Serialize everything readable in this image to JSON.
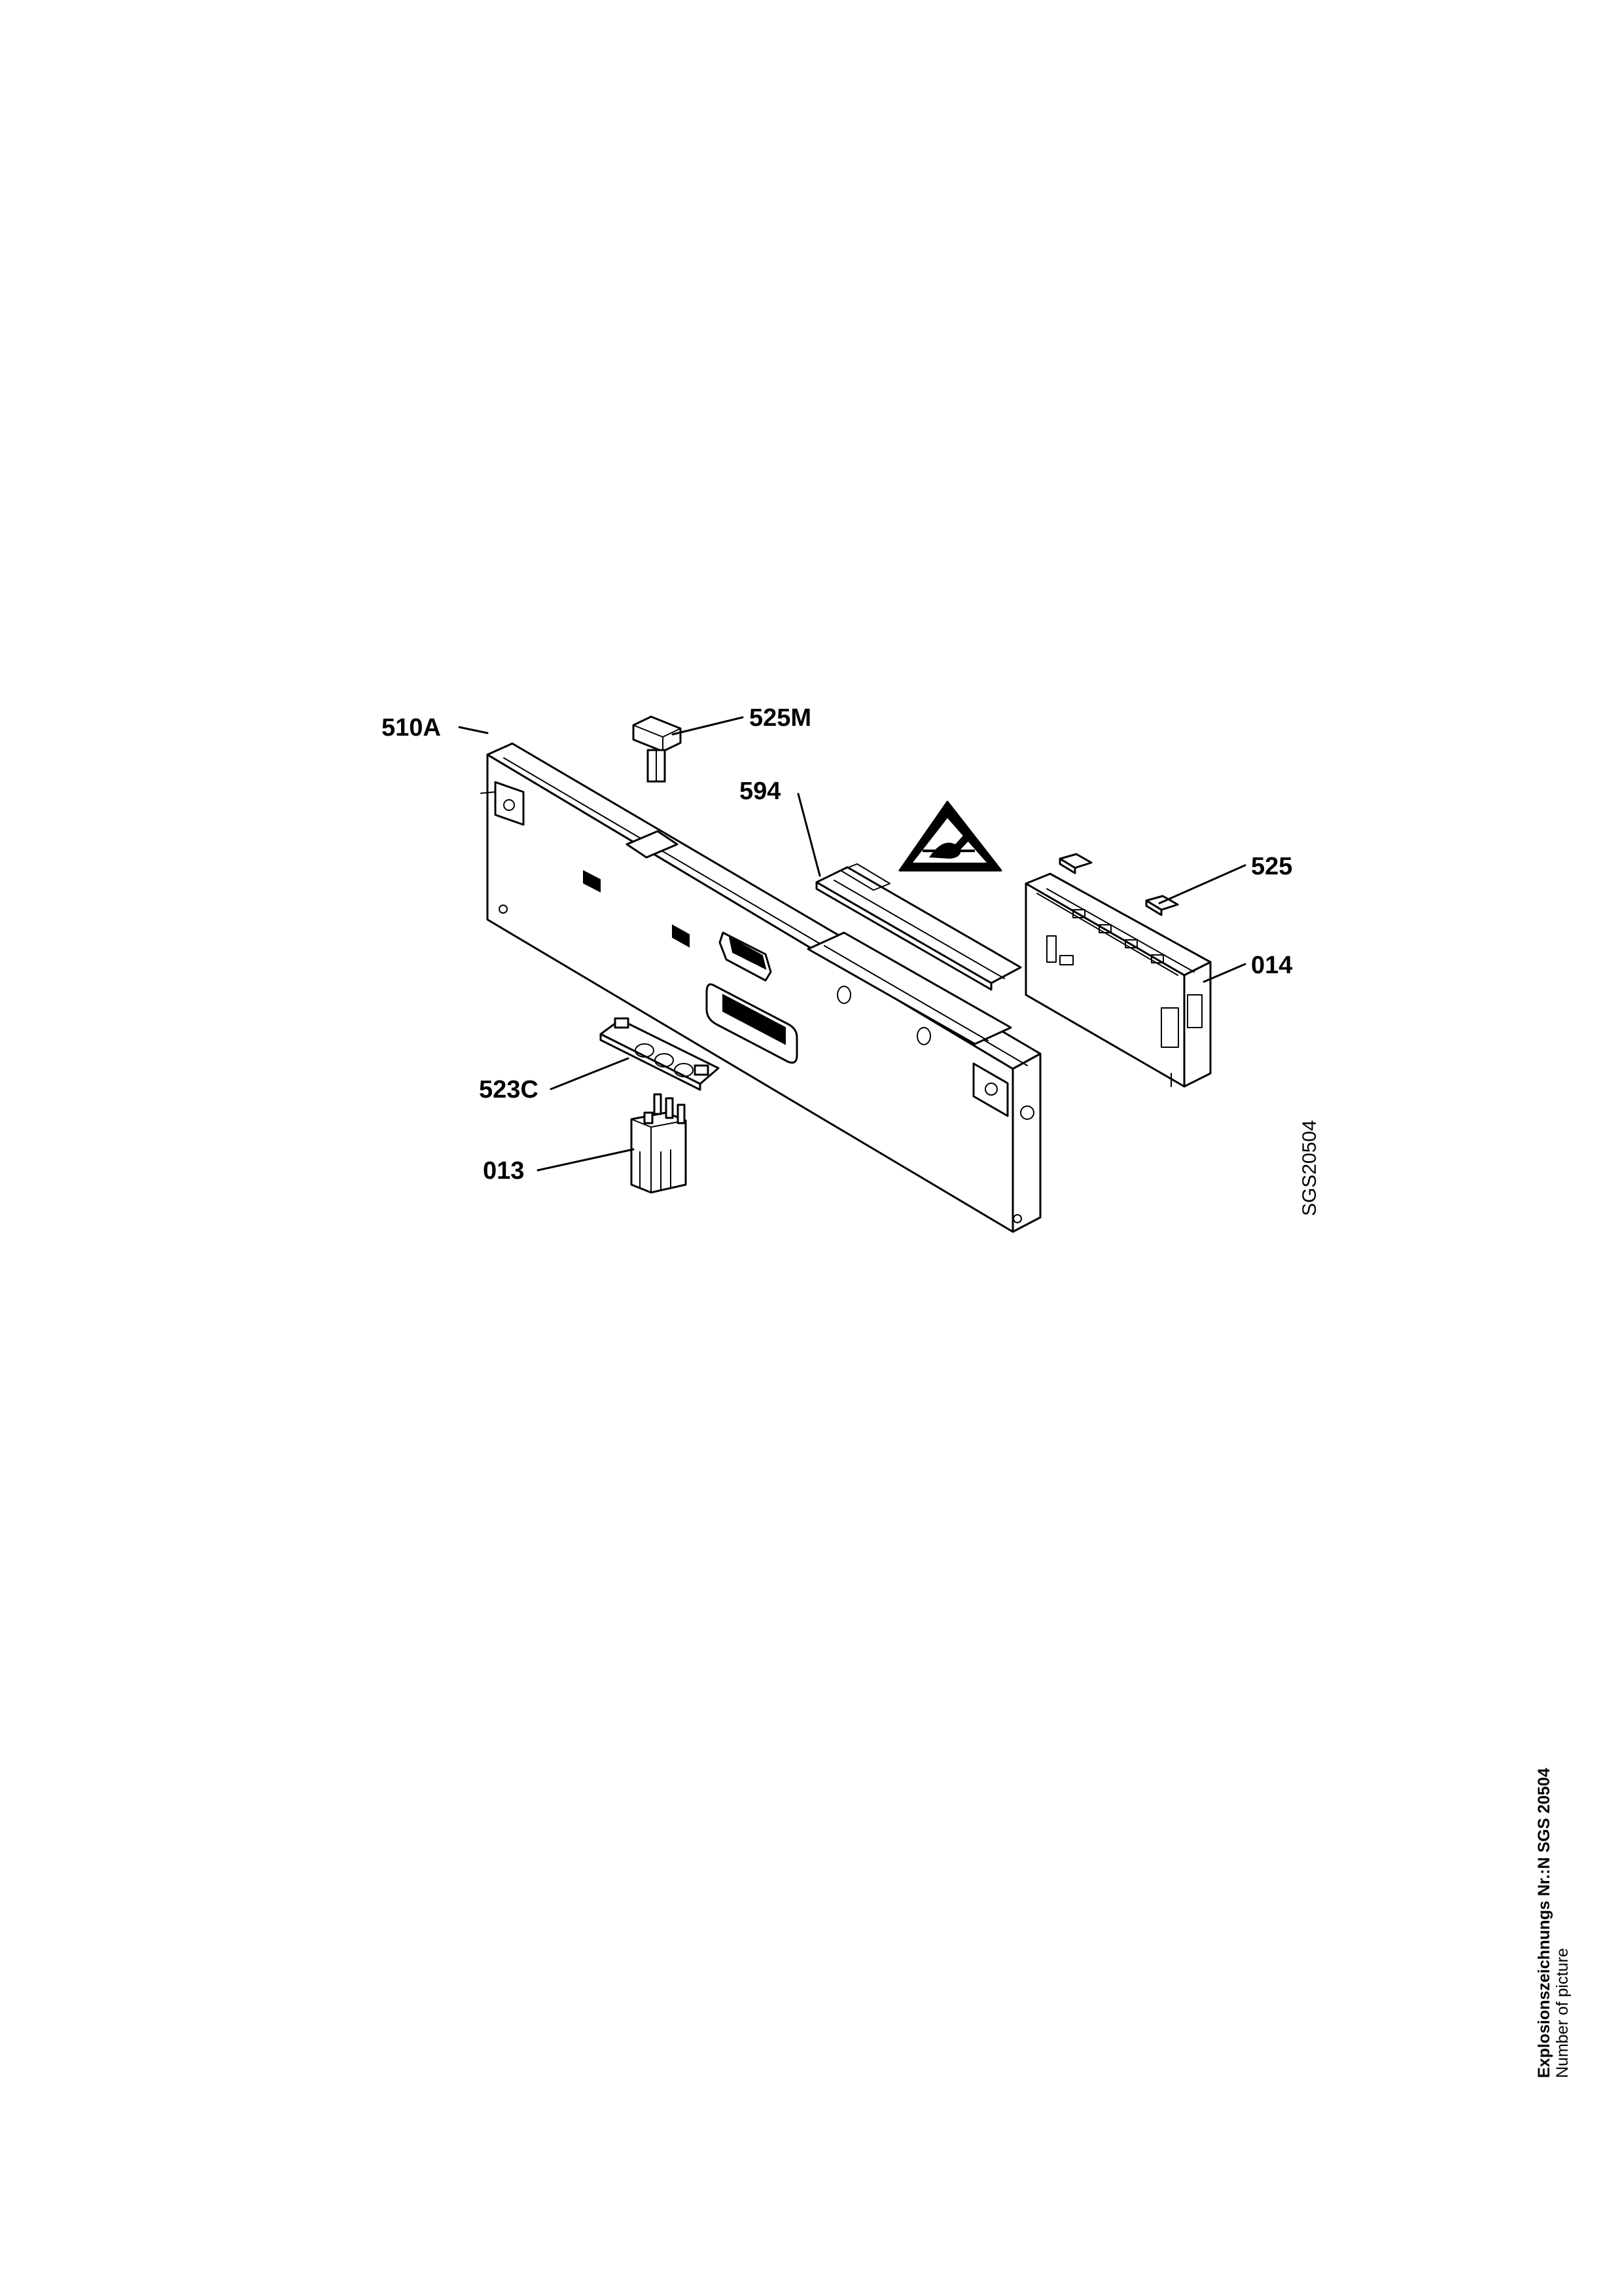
{
  "parts": [
    {
      "id": "510A",
      "label": "510A",
      "name": "control panel fascia"
    },
    {
      "id": "525M",
      "label": "525M",
      "name": "push button knob"
    },
    {
      "id": "594",
      "label": "594",
      "name": "display cover strip"
    },
    {
      "id": "525",
      "label": "525",
      "name": "key caps"
    },
    {
      "id": "014",
      "label": "014",
      "name": "electronic control module"
    },
    {
      "id": "523C",
      "label": "523C",
      "name": "switch bracket"
    },
    {
      "id": "013",
      "label": "013",
      "name": "main switch"
    }
  ],
  "drawing_code": "SGS20504",
  "footer": {
    "title": "Explosionszeichnungs Nr.:N SGS 20504",
    "subtitle": "Number of picture"
  },
  "warning_symbol": "esd-warning-icon"
}
